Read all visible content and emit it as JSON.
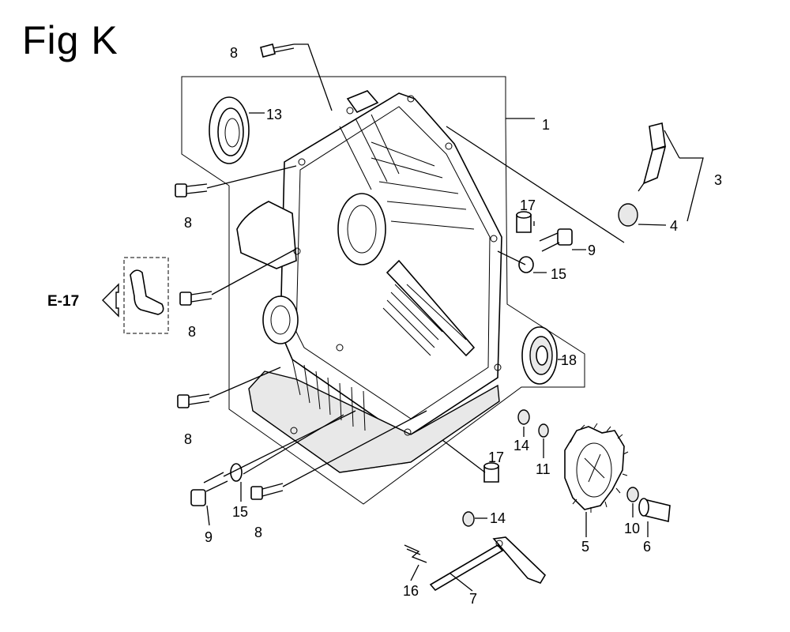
{
  "figure": {
    "title": "Fig K"
  },
  "reference": {
    "label": "E-17"
  },
  "callouts": {
    "c1": "1",
    "c3": "3",
    "c4": "4",
    "c5": "5",
    "c6": "6",
    "c7": "7",
    "c8_top": "8",
    "c8_left_upper": "8",
    "c8_left_mid": "8",
    "c8_left_lower": "8",
    "c8_bottom": "8",
    "c9_right": "9",
    "c9_bottom": "9",
    "c10": "10",
    "c11": "11",
    "c13": "13",
    "c14_upper": "14",
    "c14_lower": "14",
    "c15_right": "15",
    "c15_bottom": "15",
    "c16": "16",
    "c17_upper": "17",
    "c17_lower": "17",
    "c18": "18"
  }
}
